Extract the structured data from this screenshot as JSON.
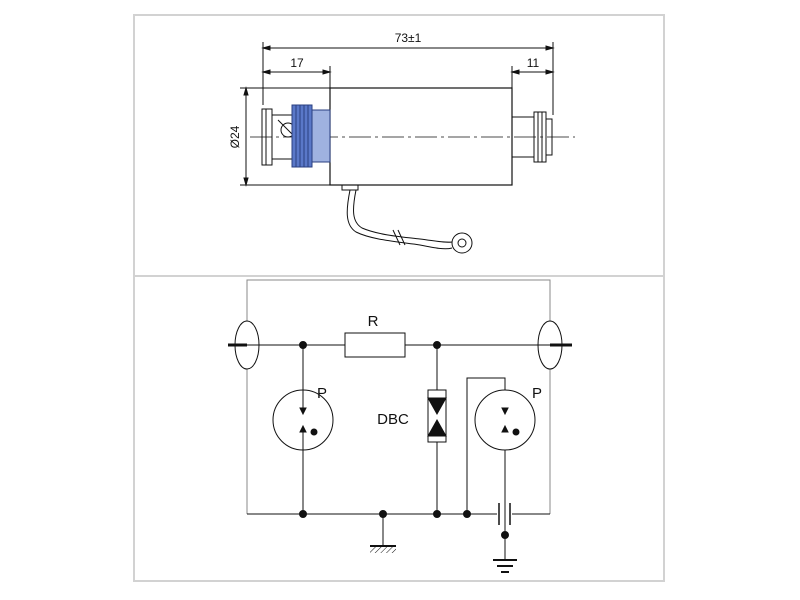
{
  "drawing": {
    "dim_total_length": "73±1",
    "dim_left_length": "17",
    "dim_right_length": "11",
    "dim_diameter": "Ø24"
  },
  "schematic": {
    "resistor_label": "R",
    "device_label": "DBC",
    "protector_left_label": "P",
    "protector_right_label": "P"
  },
  "colors": {
    "frame": "#d2d2d2",
    "line": "#111111",
    "connector_blue": "#5a78c8"
  }
}
